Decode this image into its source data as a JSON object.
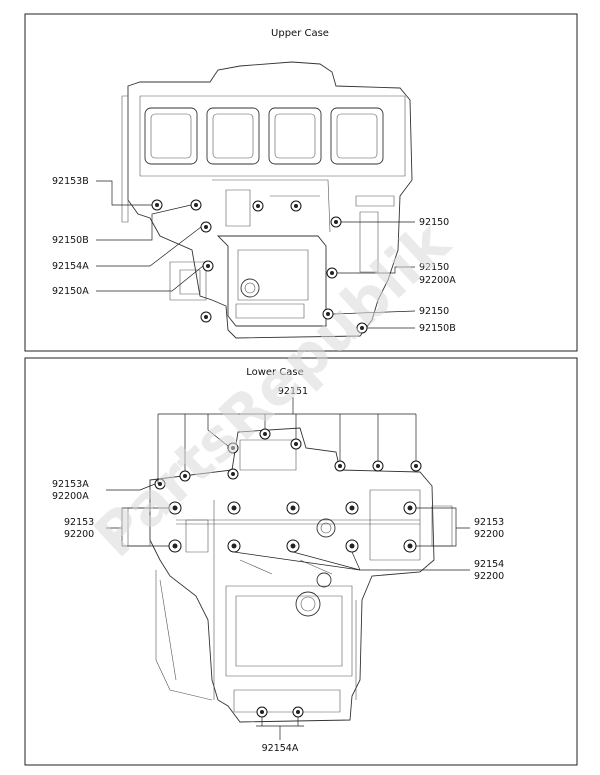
{
  "watermark": "PartsRepublik",
  "upper": {
    "title": "Upper Case",
    "callouts_left": [
      "92153B",
      "92150B",
      "92154A",
      "92150A"
    ],
    "callouts_right": [
      "92150",
      "92150",
      "92200A",
      "92150",
      "92150B"
    ]
  },
  "lower": {
    "title": "Lower Case",
    "top_callout": "92151",
    "left_callouts": [
      "92153A",
      "92200A",
      "92153",
      "92200"
    ],
    "right_callouts": [
      "92153",
      "92200",
      "92154",
      "92200"
    ],
    "bottom_callout": "92154A"
  }
}
